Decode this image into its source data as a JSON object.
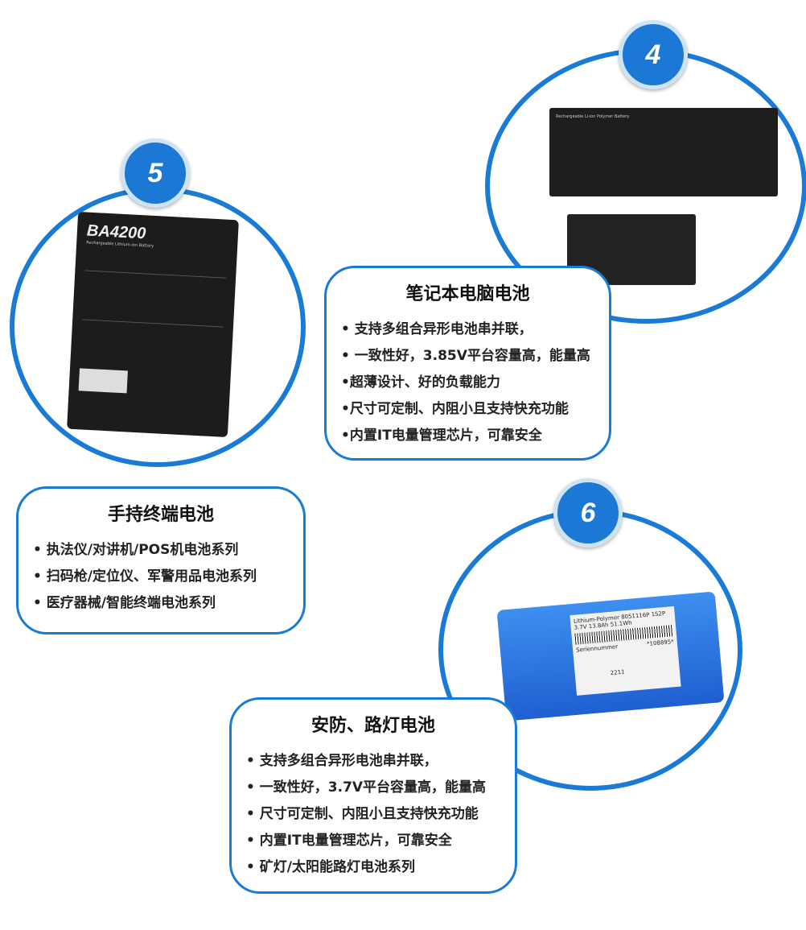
{
  "sections": [
    {
      "badge": "5",
      "title": "手持终端电池",
      "items": [
        "• 执法仪/对讲机/POS机电池系列",
        "• 扫码枪/定位仪、军警用品电池系列",
        "• 医疗器械/智能终端电池系列"
      ],
      "product_label": "BA4200",
      "product_text": "Rechargeable Lithium-ion Battery"
    },
    {
      "badge": "4",
      "title": "笔记本电脑电池",
      "items": [
        "• 支持多组合异形电池串并联，",
        "• 一致性好，3.85V平台容量高，能量高",
        "•超薄设计、好的负载能力",
        "•尺寸可定制、内阻小且支持快充功能",
        "•内置IT电量管理芯片，可靠安全"
      ],
      "product_text": "Rechargeable Li-ion Polymer Battery"
    },
    {
      "badge": "6",
      "title": "安防、路灯电池",
      "items": [
        "• 支持多组合异形电池串并联，",
        "• 一致性好，3.7V平台容量高，能量高",
        "• 尺寸可定制、内阻小且支持快充功能",
        "• 内置IT电量管理芯片，可靠安全",
        "• 矿灯/太阳能路灯电池系列"
      ],
      "product_label": "Lithium-Polymer 8051116P 1S2P",
      "product_spec": "3.7V 13.8Ah 51.1Wh",
      "product_serial": "Seriennummer",
      "product_code": "*108895*",
      "product_num": "2211"
    }
  ],
  "colors": {
    "accent": "#1a7bd6",
    "badge": "#1b78d4"
  }
}
